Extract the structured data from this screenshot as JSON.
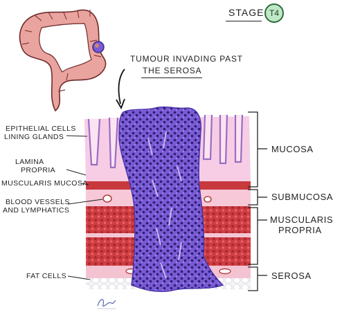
{
  "header": {
    "stage_label": "STAGE",
    "stage_value": "T4",
    "annotation_line1": "TUMOUR INVADING PAST",
    "annotation_line2": "THE SEROSA"
  },
  "left_labels": {
    "epithelial_1": "EPITHELIAL CELLS",
    "epithelial_2": "LINING GLANDS",
    "lamina_1": "LAMINA",
    "lamina_2": "PROPRIA",
    "muscularis_mucosa": "MUSCULARIS MUCOSA",
    "vessels_1": "BLOOD VESSELS",
    "vessels_2": "AND LYMPHATICS",
    "fat": "FAT CELLS"
  },
  "right_labels": {
    "mucosa": "MUCOSA",
    "submucosa": "SUBMUCOSA",
    "muscularis_1": "MUSCULARIS",
    "muscularis_2": "PROPRIA",
    "serosa": "SEROSA"
  },
  "colors": {
    "tumour": "#6a4bc9",
    "tumour_dark": "#2e2273",
    "muscle": "#c8393d",
    "mucosa": "#f4c6e0",
    "submucosa": "#f7c9d5",
    "colon": "#e8a5a0",
    "badge": "#bfe8c7"
  }
}
